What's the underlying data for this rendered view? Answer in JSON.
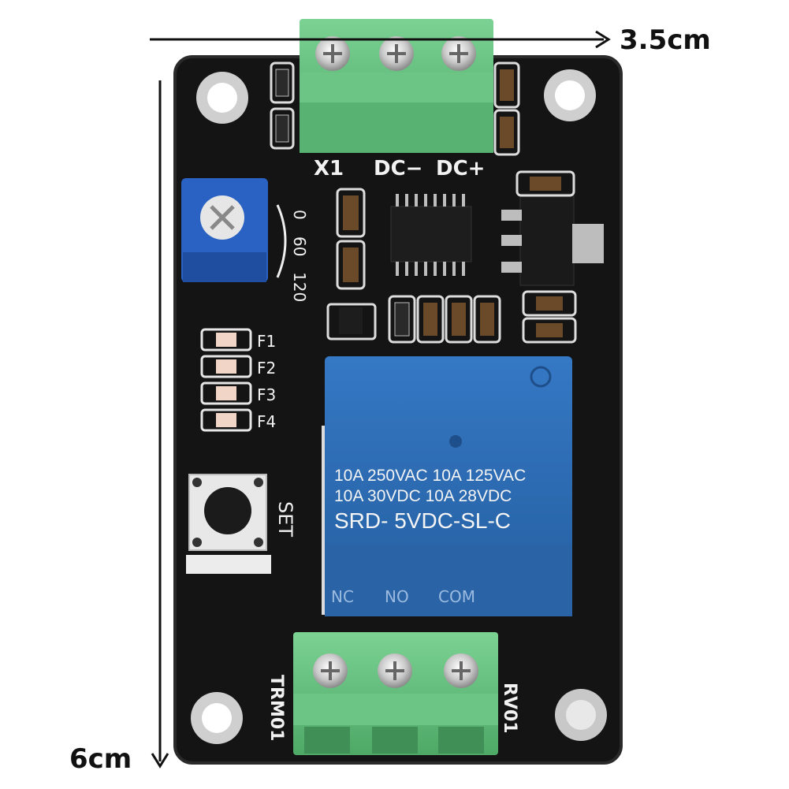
{
  "dimensions": {
    "width_label": "3.5cm",
    "height_label": "6cm"
  },
  "input_terminal": {
    "labels": [
      "X1",
      "DC−",
      "DC+"
    ]
  },
  "potentiometer": {
    "scale": [
      "0",
      "60",
      "120"
    ]
  },
  "leds": {
    "labels": [
      "F1",
      "F2",
      "F3",
      "F4"
    ]
  },
  "button": {
    "label": "SET"
  },
  "relay": {
    "rating_line1": "10A 250VAC  10A 125VAC",
    "rating_line2": "10A  30VDC  10A  28VDC",
    "model": "SRD- 5VDC-SL-C",
    "pins": [
      "NC",
      "NO",
      "COM"
    ]
  },
  "output_terminal": {
    "left_label": "TRM01",
    "right_label": "RV01"
  },
  "colors": {
    "pcb": "#141414",
    "terminal": "#5fbd7a",
    "relay": "#2f6db3",
    "pot": "#2a62c4"
  }
}
